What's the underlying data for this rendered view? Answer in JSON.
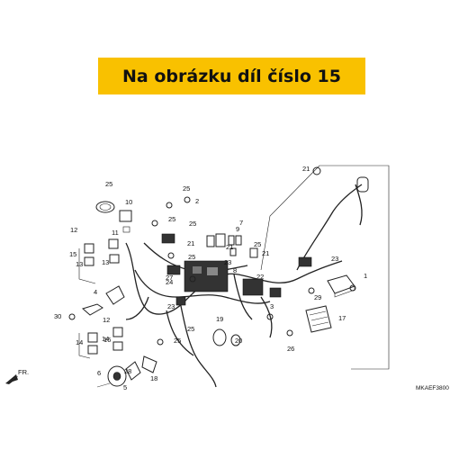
{
  "banner": {
    "text": "Na obrázku díl číslo 15",
    "color": "#f9c100"
  },
  "diagram_code": "MKAEF3800",
  "direction_label": "FR.",
  "part_labels": [
    "1",
    "2",
    "3",
    "4",
    "5",
    "6",
    "7",
    "8",
    "9",
    "10",
    "11",
    "12",
    "12",
    "13",
    "13",
    "14",
    "14",
    "15",
    "16",
    "17",
    "18",
    "19",
    "20",
    "21",
    "21",
    "21",
    "21",
    "22",
    "23",
    "23",
    "23",
    "24",
    "25",
    "25",
    "25",
    "25",
    "25",
    "25",
    "25",
    "25",
    "26",
    "27",
    "28",
    "29",
    "30"
  ]
}
